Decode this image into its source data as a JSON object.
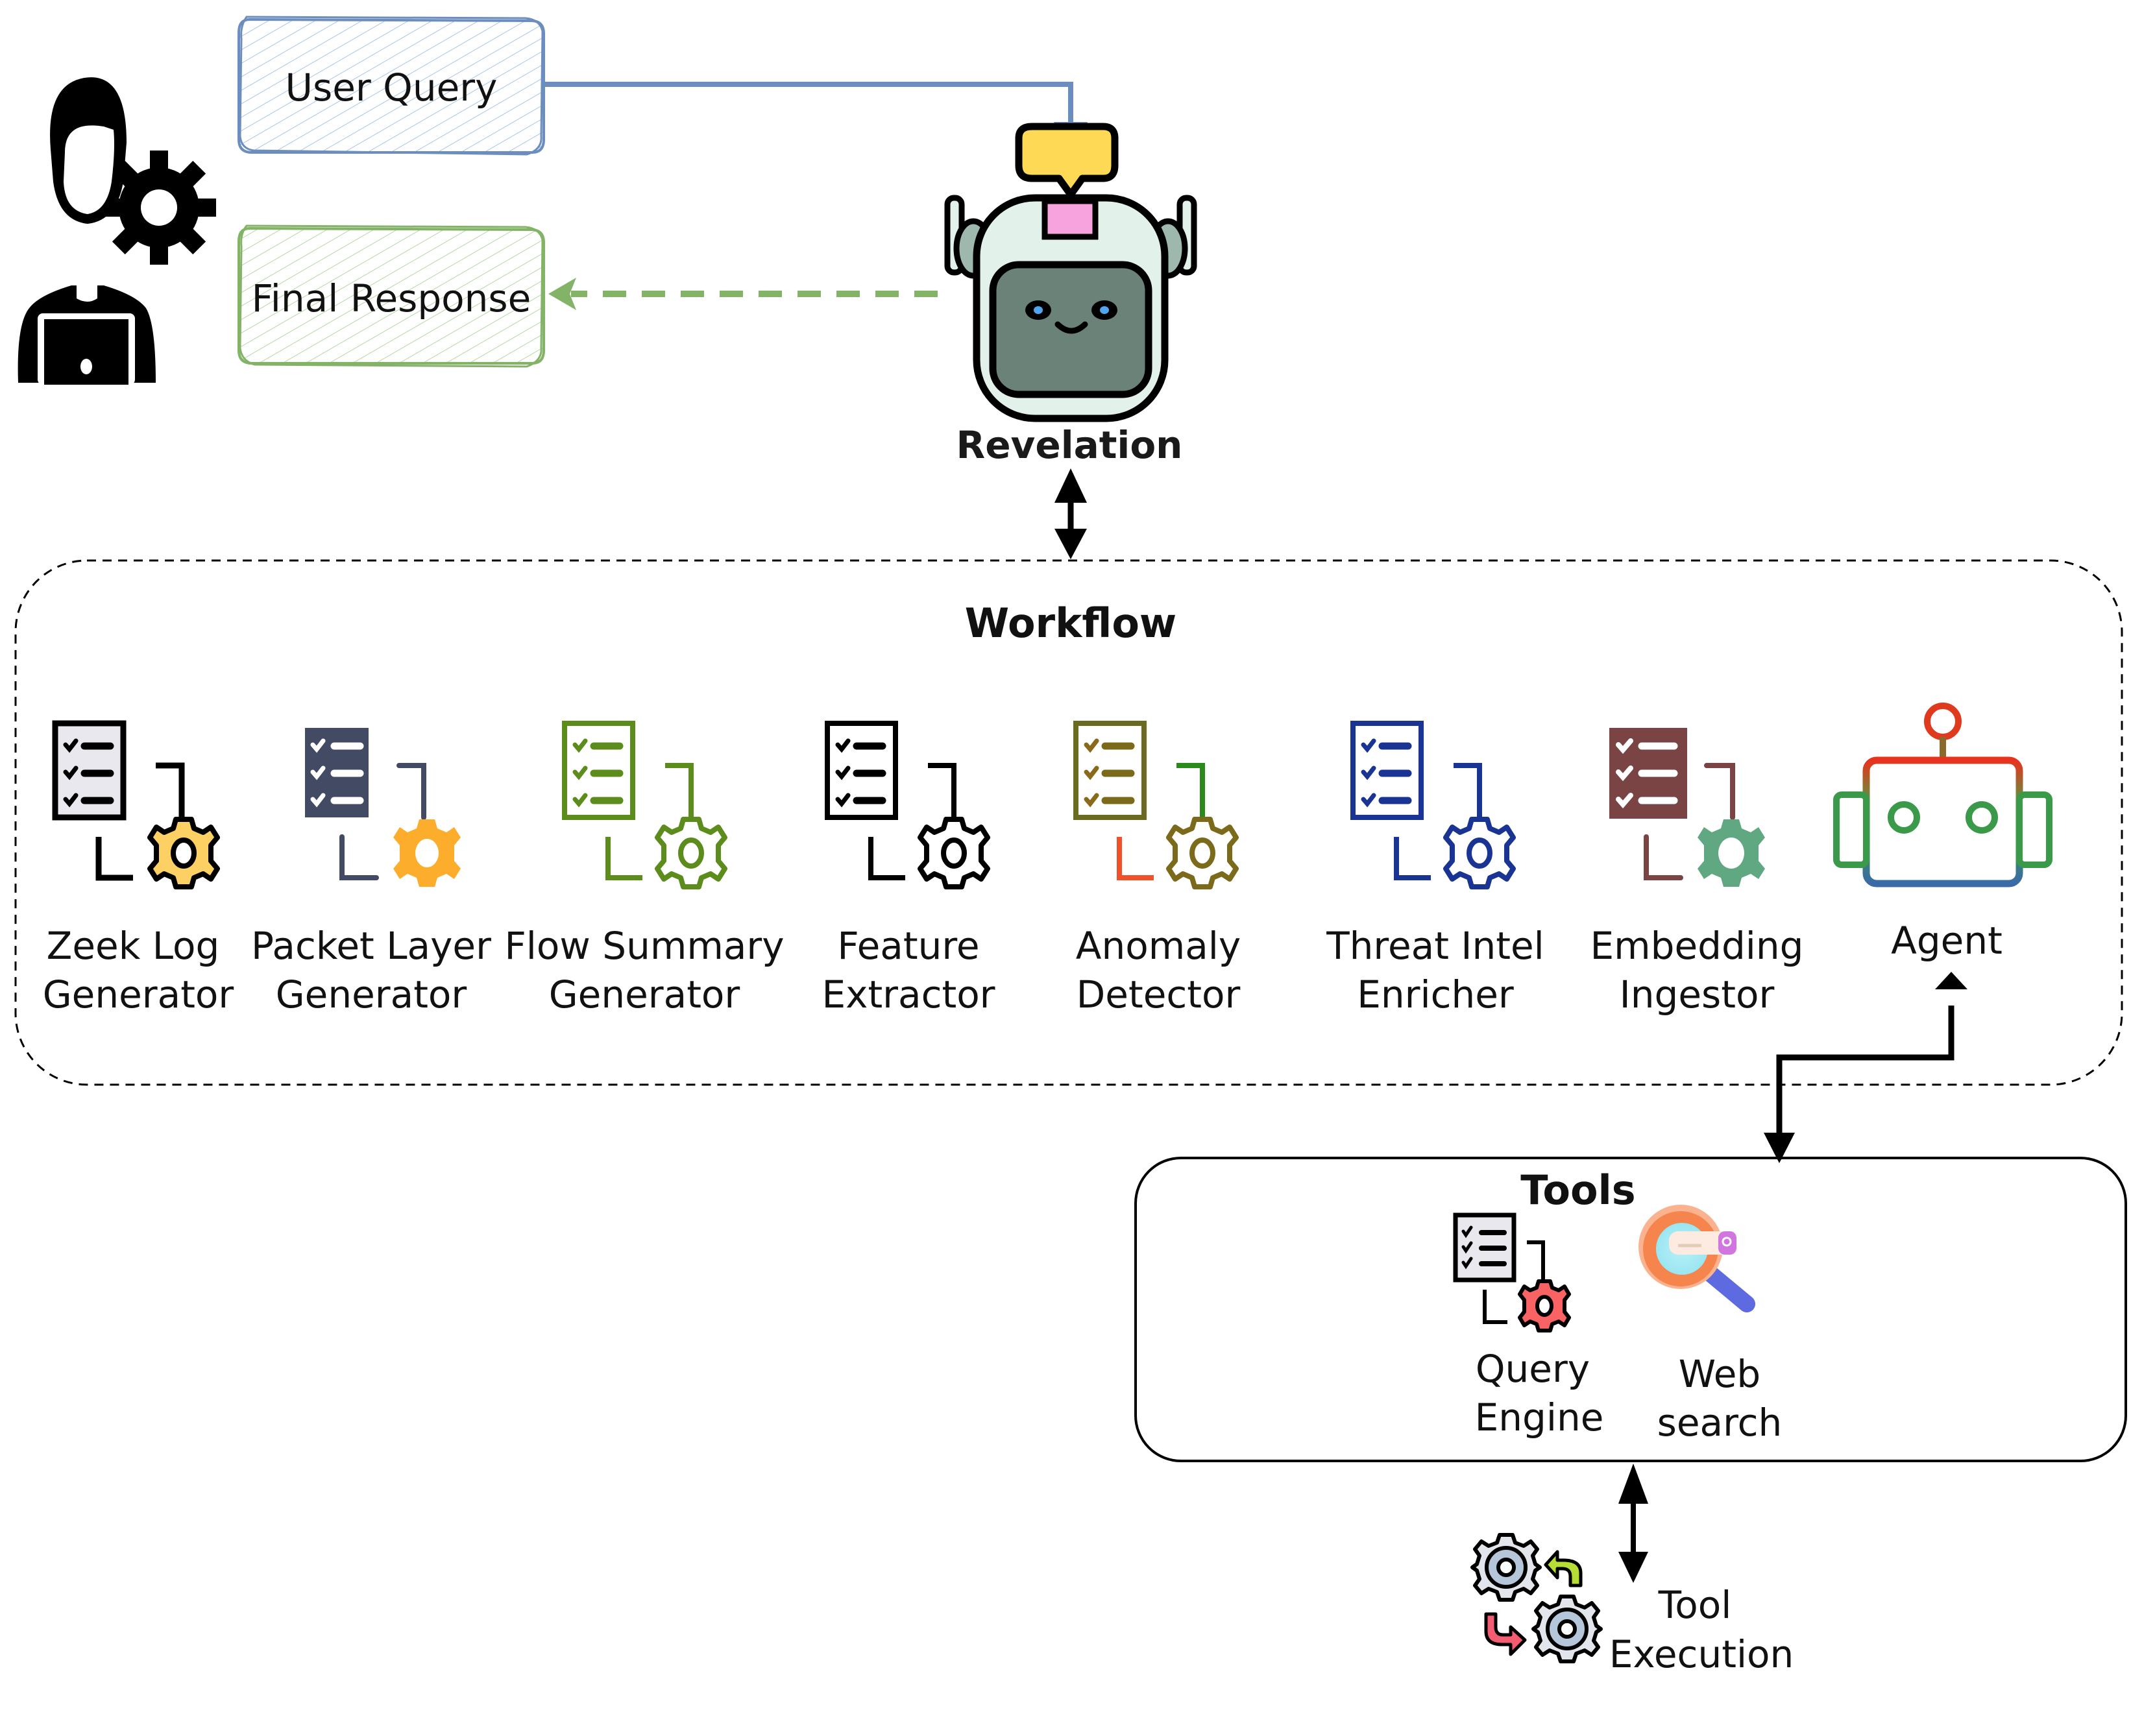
{
  "user_query": {
    "label": "User Query",
    "color": "#6c8ebf",
    "fill": "#dae8fc"
  },
  "final_response": {
    "label": "Final Response",
    "color": "#82b366",
    "fill": "#d5e8d4"
  },
  "revelation": {
    "label": "Revelation"
  },
  "workflow": {
    "title": "Workflow",
    "items": [
      {
        "line1": "Zeek Log",
        "line2": "Generator",
        "icon": "checklist-gear-icon",
        "style": "black-yellow"
      },
      {
        "line1": "Packet Layer",
        "line2": "Generator",
        "icon": "checklist-gear-icon",
        "style": "slate-orange"
      },
      {
        "line1": "Flow Summary",
        "line2": "Generator",
        "icon": "checklist-gear-icon",
        "style": "green-outline"
      },
      {
        "line1": "Feature",
        "line2": "Extractor",
        "icon": "checklist-gear-icon",
        "style": "black-outline"
      },
      {
        "line1": "Anomaly",
        "line2": "Detector",
        "icon": "checklist-gear-icon",
        "style": "gradient-outline"
      },
      {
        "line1": "Threat Intel",
        "line2": "Enricher",
        "icon": "checklist-gear-icon",
        "style": "blue-outline"
      },
      {
        "line1": "Embedding",
        "line2": "Ingestor",
        "icon": "checklist-gear-icon",
        "style": "brown-teal"
      },
      {
        "line1": "Agent",
        "line2": "",
        "icon": "robot-icon",
        "style": "gradient"
      }
    ]
  },
  "tools": {
    "title": "Tools",
    "items": [
      {
        "line1": "Query",
        "line2": "Engine",
        "icon": "checklist-gear-icon"
      },
      {
        "line1": "Web",
        "line2": "search",
        "icon": "magnifier-search-icon"
      }
    ]
  },
  "tool_execution": {
    "line1": "Tool",
    "line2": "Execution"
  }
}
